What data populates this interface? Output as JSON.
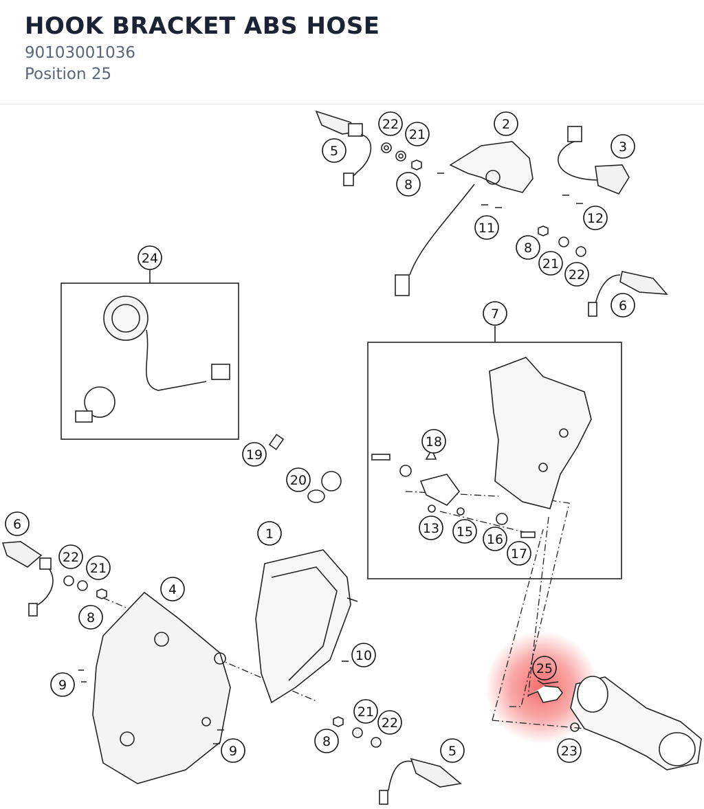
{
  "header": {
    "title": "HOOK BRACKET ABS HOSE",
    "part_number": "90103001036",
    "position": "Position 25"
  },
  "diagram": {
    "highlight_color": "#f23c3c",
    "highlighted_callout": "25",
    "callouts": [
      "22",
      "21",
      "2",
      "5",
      "3",
      "8",
      "12",
      "11",
      "8",
      "21",
      "22",
      "24",
      "6",
      "7",
      "18",
      "19",
      "20",
      "13",
      "15",
      "16",
      "17",
      "1",
      "6",
      "22",
      "21",
      "4",
      "8",
      "10",
      "9",
      "25",
      "21",
      "22",
      "9",
      "8",
      "5",
      "23"
    ]
  }
}
